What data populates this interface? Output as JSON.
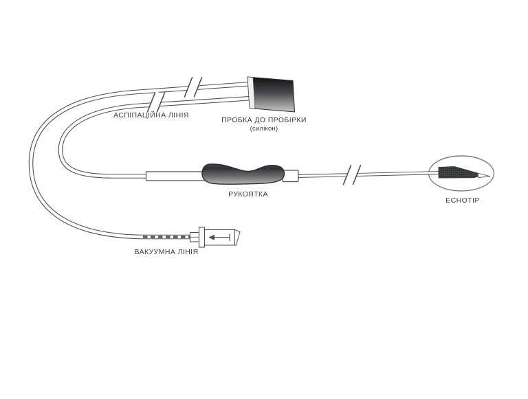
{
  "figure": {
    "labels": {
      "aspiration_line": "АСПІПАЦІЙНА ЛІНІЯ",
      "stopper_line1": "ПРОБКА ДО ПРОБІРКИ",
      "stopper_line2": "(силікон)",
      "handle": "РУКОЯТКА",
      "echotip": "ECHOTIP",
      "vacuum_line": "ВАКУУМНА ЛІНІЯ"
    },
    "colors": {
      "line": "#4f4f51",
      "text": "#3c3c3e",
      "background": "#ffffff",
      "stopper_top": "#101010",
      "stopper_mid": "#48484a",
      "stopper_bottom": "#c9c9c9",
      "stopper_rim": "#f0f0f0",
      "handle_top": "#454547",
      "handle_dark": "#323234",
      "handle_mid": "#6e6e70",
      "handle_bottom": "#b4b4b6",
      "needle_fill": "#313335",
      "ellipse_stroke": "#7c7d7f"
    }
  }
}
